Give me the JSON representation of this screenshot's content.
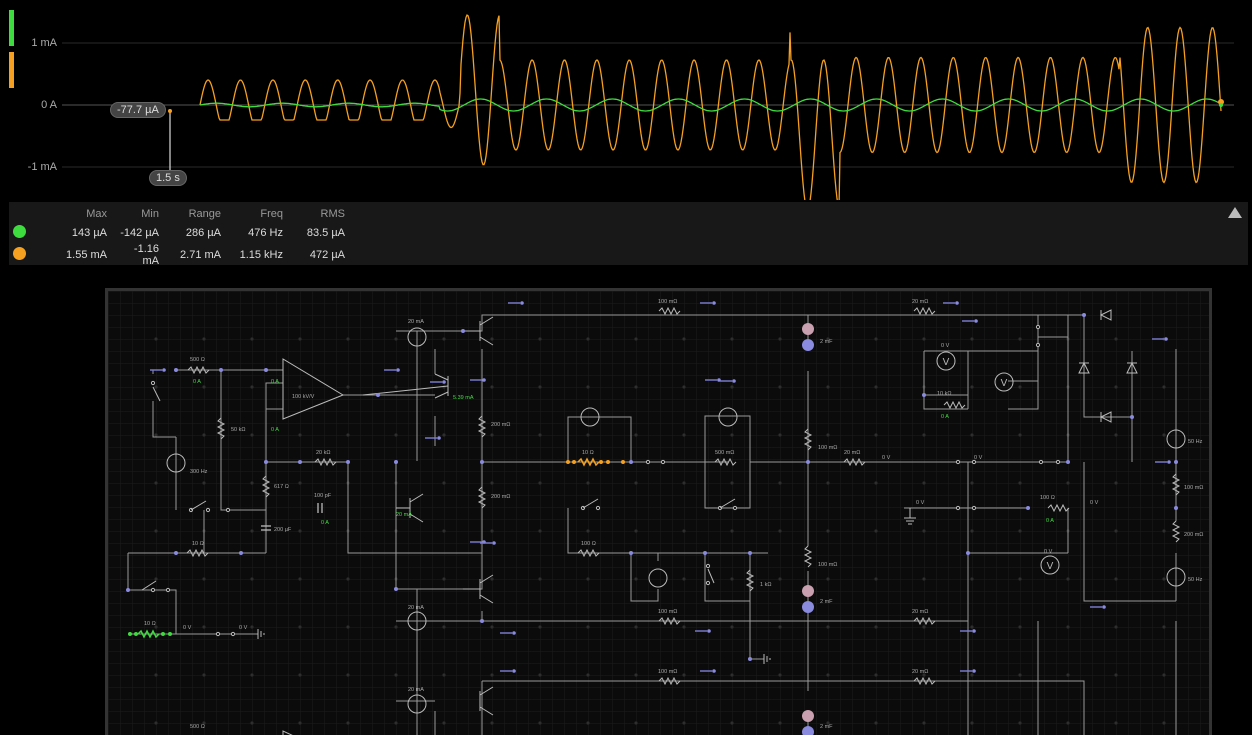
{
  "scope": {
    "axis_labels": [
      "1 mA",
      "0 A",
      "-1 mA"
    ],
    "cursor_value": "-77.7 µA",
    "cursor_time": "1.5 s",
    "trace_colors": {
      "green": "#3fdc3f",
      "orange": "#f5a020"
    }
  },
  "stats": {
    "headers": [
      "Max",
      "Min",
      "Range",
      "Freq",
      "RMS"
    ],
    "rows": [
      {
        "color": "#3fdc3f",
        "max": "143 µA",
        "min": "-142 µA",
        "range": "286 µA",
        "freq": "476 Hz",
        "rms": "83.5 µA"
      },
      {
        "color": "#f5a020",
        "max": "1.55 mA",
        "min": "-1.16 mA",
        "range": "2.71 mA",
        "freq": "1.15 kHz",
        "rms": "472 µA"
      }
    ],
    "collapse_icon": "triangle-up-icon"
  },
  "circuit": {
    "labels": {
      "r500": "500 Ω",
      "zeroA": "0 A",
      "r50k": "50 kΩ",
      "opamp": "100 kV/V",
      "i20mA": "20 mA",
      "i539": "5.39 mA",
      "r20k": "20 kΩ",
      "r617": "617 Ω",
      "c100p": "100 pF",
      "c200u": "200 µF",
      "i20b": "20 mA",
      "r200m": "200 mΩ",
      "r10": "10 Ω",
      "r100m": "100 mΩ",
      "r500m": "500 mΩ",
      "c2m": "2 mF",
      "r20m": "20 mΩ",
      "zeroV": "0 V",
      "r10k": "10 kΩ",
      "r100": "100 Ω",
      "r1k": "1 kΩ",
      "hz300": "300 Hz",
      "hz50": "50 Hz"
    }
  }
}
